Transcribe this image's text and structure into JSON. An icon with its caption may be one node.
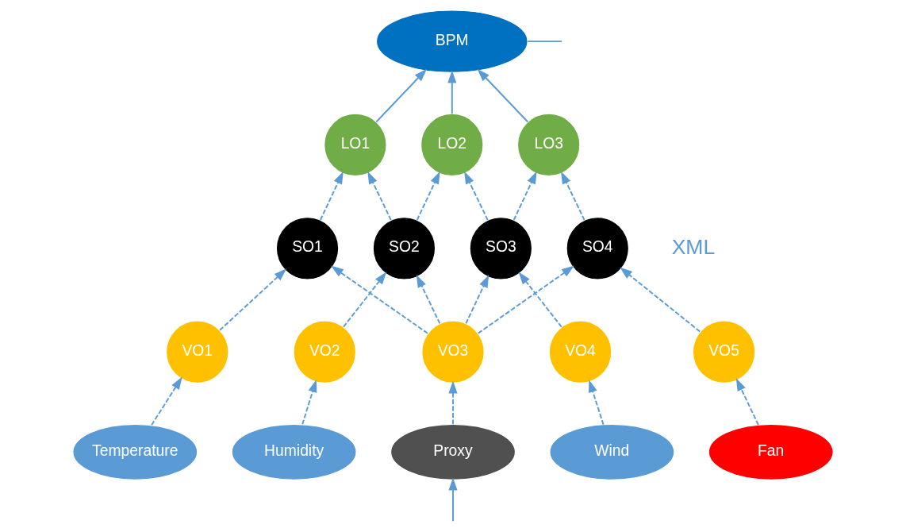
{
  "diagram": {
    "nodes": [
      {
        "text": [
          "BPM"
        ]
      },
      {
        "text": [
          "LO1"
        ]
      },
      {
        "text": [
          "LO2"
        ]
      },
      {
        "text": [
          "LO3"
        ]
      },
      {
        "text": [
          "SO1"
        ]
      },
      {
        "text": [
          "SO2"
        ]
      },
      {
        "text": [
          "SO3"
        ]
      },
      {
        "text": [
          "SO4"
        ]
      },
      {
        "text": [
          "VO1"
        ]
      },
      {
        "text": [
          "VO2"
        ]
      },
      {
        "text": [
          "VO3"
        ]
      },
      {
        "text": [
          "VO4"
        ]
      },
      {
        "text": [
          "VO5"
        ]
      },
      {
        "text": [
          "Temperature"
        ]
      },
      {
        "text": [
          "Humidity"
        ]
      },
      {
        "text": [
          "Proxy"
        ]
      },
      {
        "text": [
          "Wind"
        ]
      },
      {
        "text": [
          "Fan"
        ]
      }
    ],
    "edges": [
      {
        "from": 0,
        "to": null,
        "arrow": "none"
      },
      {
        "from": 1,
        "to": 0,
        "arrow": "to"
      },
      {
        "from": 2,
        "to": 0,
        "arrow": "to"
      },
      {
        "from": 3,
        "to": 0,
        "arrow": "to"
      },
      {
        "from": 4,
        "to": 1,
        "arrow": "to",
        "style": "dashed"
      },
      {
        "from": 5,
        "to": 1,
        "arrow": "to",
        "style": "dashed"
      },
      {
        "from": 5,
        "to": 2,
        "arrow": "to",
        "style": "dashed"
      },
      {
        "from": 6,
        "to": 2,
        "arrow": "to",
        "style": "dashed"
      },
      {
        "from": 6,
        "to": 3,
        "arrow": "to",
        "style": "dashed"
      },
      {
        "from": 7,
        "to": 3,
        "arrow": "to",
        "style": "dashed"
      },
      {
        "from": 8,
        "to": 4,
        "arrow": "to",
        "style": "dashed"
      },
      {
        "from": 10,
        "to": 4,
        "arrow": "to",
        "style": "dashed"
      },
      {
        "from": 9,
        "to": 5,
        "arrow": "to",
        "style": "dashed"
      },
      {
        "from": 10,
        "to": 5,
        "arrow": "to",
        "style": "dashed"
      },
      {
        "from": 10,
        "to": 6,
        "arrow": "to",
        "style": "dashed"
      },
      {
        "from": 11,
        "to": 6,
        "arrow": "to",
        "style": "dashed"
      },
      {
        "from": 10,
        "to": 7,
        "arrow": "to",
        "style": "dashed"
      },
      {
        "from": 12,
        "to": 7,
        "arrow": "to",
        "style": "dashed"
      },
      {
        "from": 13,
        "to": 8,
        "arrow": "to",
        "style": "dashed"
      },
      {
        "from": 14,
        "to": 9,
        "arrow": "to",
        "style": "dashed"
      },
      {
        "from": 15,
        "to": 10,
        "arrow": "to",
        "style": "dashed"
      },
      {
        "from": 16,
        "to": 11,
        "arrow": "to",
        "style": "dashed"
      },
      {
        "from": 17,
        "to": 12,
        "arrow": "to",
        "style": "dashed"
      },
      {
        "from": null,
        "to": 15,
        "arrow": "to"
      }
    ],
    "labels": [
      "XML"
    ]
  }
}
